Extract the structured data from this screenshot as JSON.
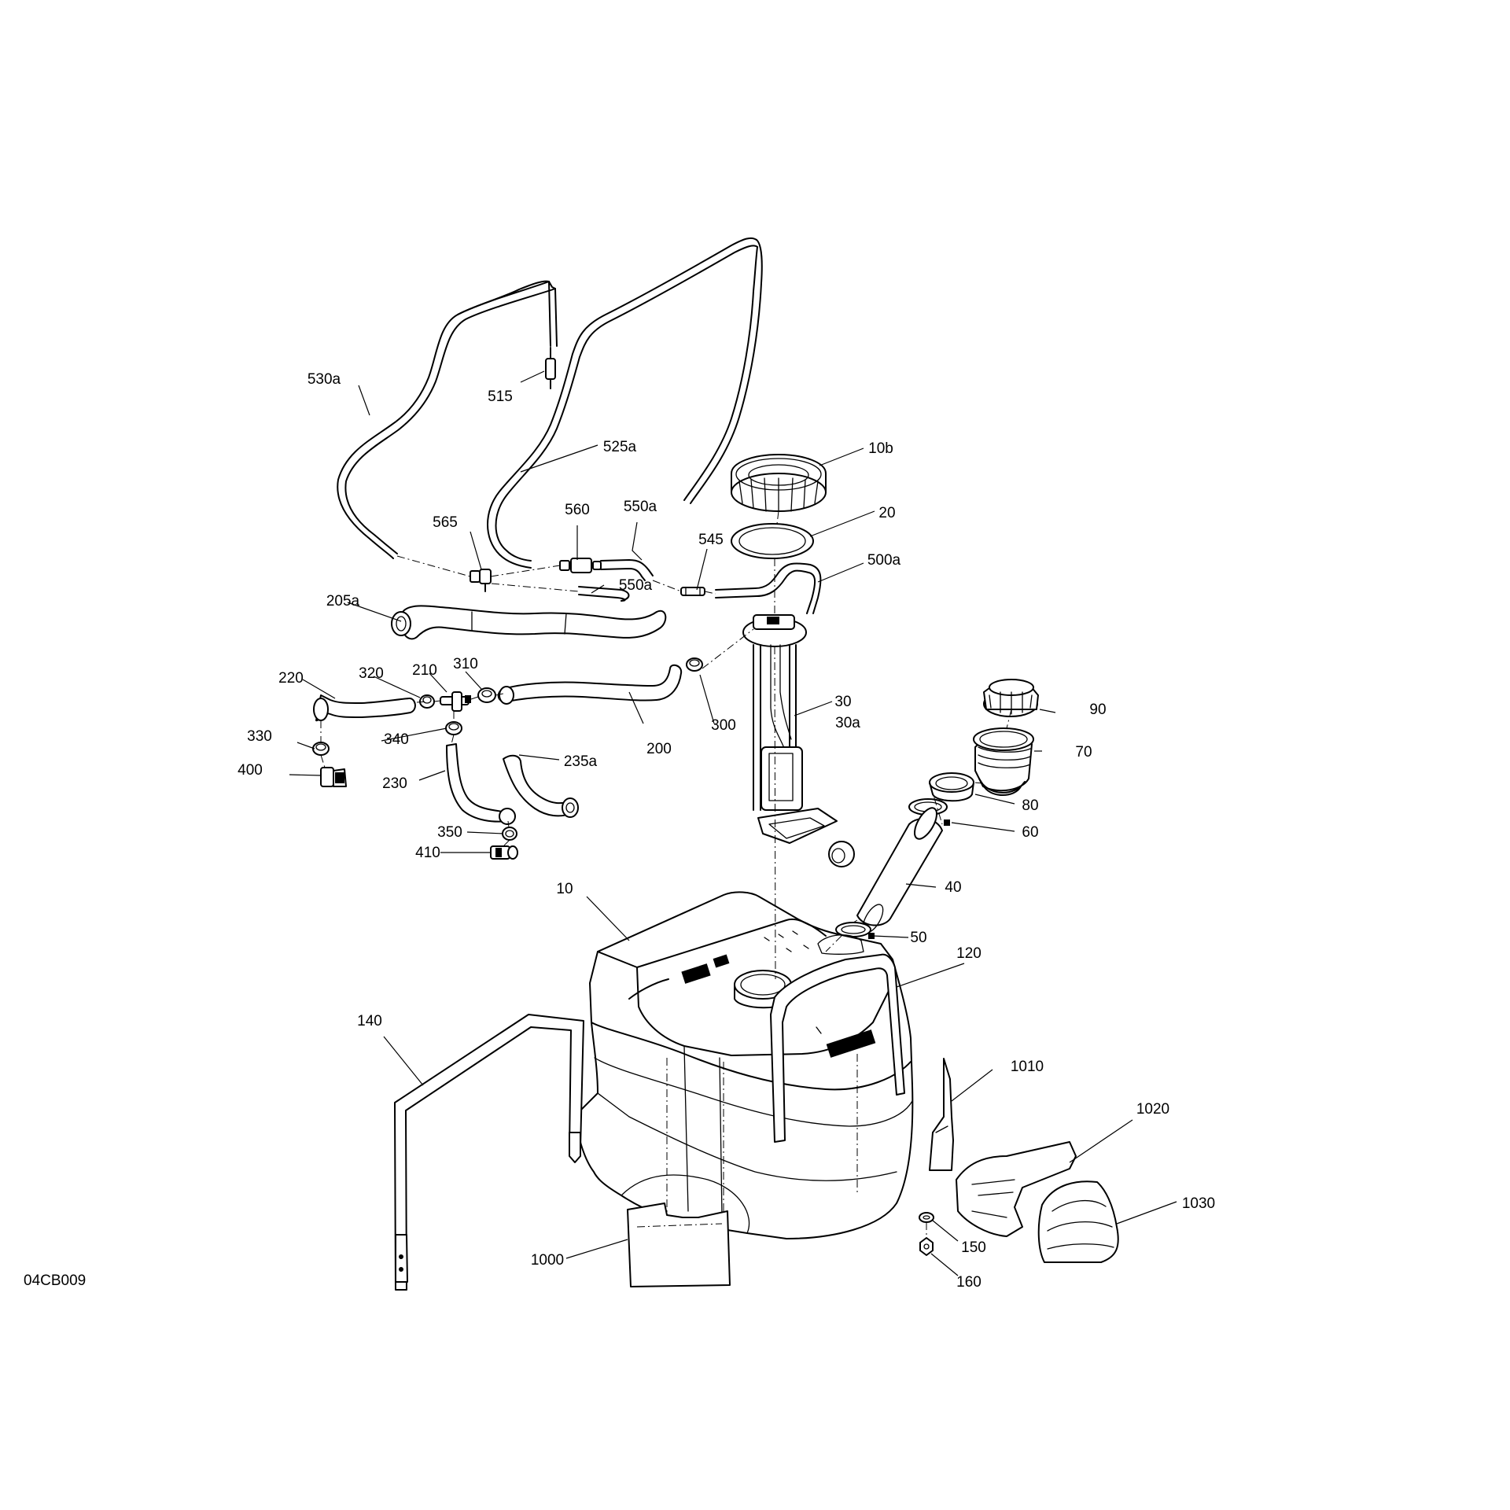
{
  "diagram_id": "04CB009",
  "labels": {
    "l_530a": "530a",
    "l_515": "515",
    "l_525a": "525a",
    "l_10b": "10b",
    "l_20": "20",
    "l_560": "560",
    "l_550a_top": "550a",
    "l_565": "565",
    "l_545": "545",
    "l_500a": "500a",
    "l_550a_mid": "550a",
    "l_205a": "205a",
    "l_220": "220",
    "l_320": "320",
    "l_210": "210",
    "l_310": "310",
    "l_300": "300",
    "l_30": "30",
    "l_30a": "30a",
    "l_90": "90",
    "l_70": "70",
    "l_200": "200",
    "l_330": "330",
    "l_340": "340",
    "l_400": "400",
    "l_230": "230",
    "l_235a": "235a",
    "l_80": "80",
    "l_60": "60",
    "l_350": "350",
    "l_410": "410",
    "l_40": "40",
    "l_10": "10",
    "l_50": "50",
    "l_120": "120",
    "l_140": "140",
    "l_1010": "1010",
    "l_1020": "1020",
    "l_1030": "1030",
    "l_150": "150",
    "l_1000": "1000",
    "l_160": "160"
  }
}
